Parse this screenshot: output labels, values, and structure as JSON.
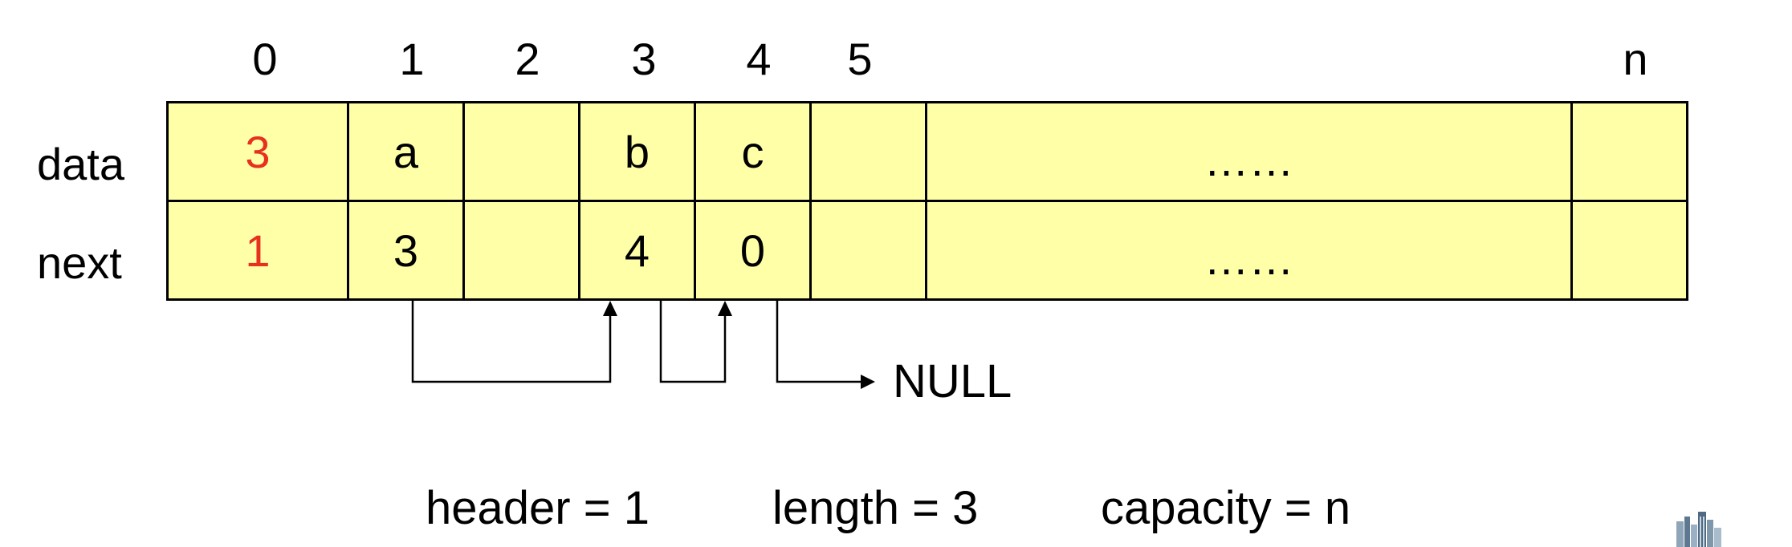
{
  "indices": [
    "0",
    "1",
    "2",
    "3",
    "4",
    "5",
    "n"
  ],
  "rows": [
    {
      "label": "data",
      "cells": [
        "3",
        "a",
        "",
        "b",
        "c",
        "",
        "……",
        ""
      ]
    },
    {
      "label": "next",
      "cells": [
        "1",
        "3",
        "",
        "4",
        "0",
        "",
        "……",
        ""
      ]
    }
  ],
  "highlight_color": "#e8301f",
  "cell_color": "#ffffa8",
  "null_label": "NULL",
  "footer": {
    "header": "header = 1",
    "length": "length = 3",
    "capacity": "capacity = n"
  },
  "logo_icon": "building-logo-icon"
}
